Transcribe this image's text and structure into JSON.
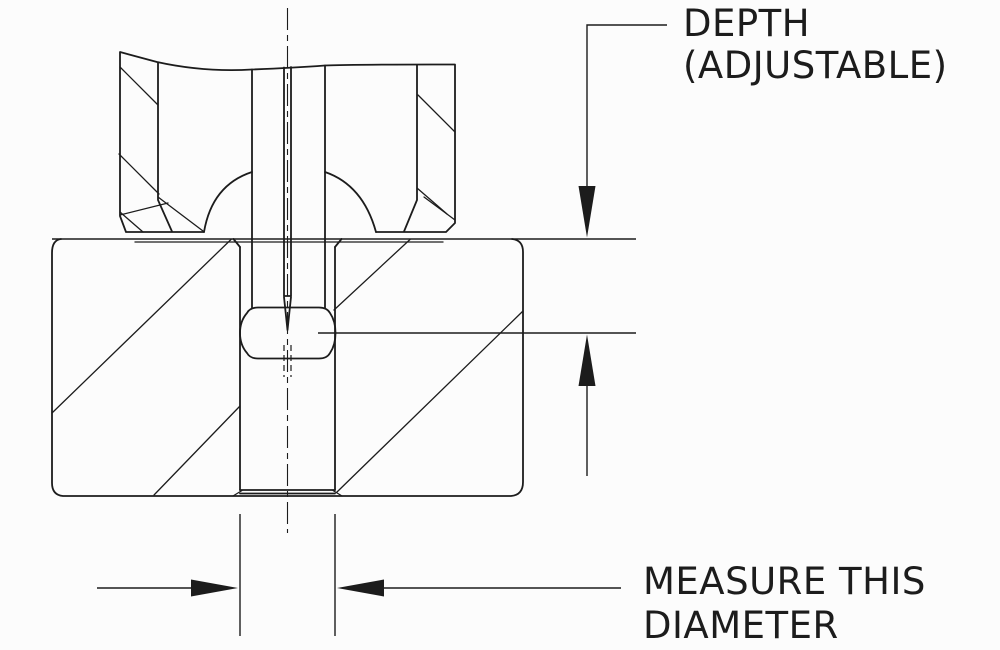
{
  "drawing": {
    "type": "cross-section technical drawing",
    "background": "#fcfcfc",
    "ink": "#1c1c1c",
    "annotations": {
      "depth": {
        "line1": "DEPTH",
        "line2": "(ADJUSTABLE)"
      },
      "measure": {
        "line1": "MEASURE THIS",
        "line2": "DIAMETER"
      }
    }
  }
}
